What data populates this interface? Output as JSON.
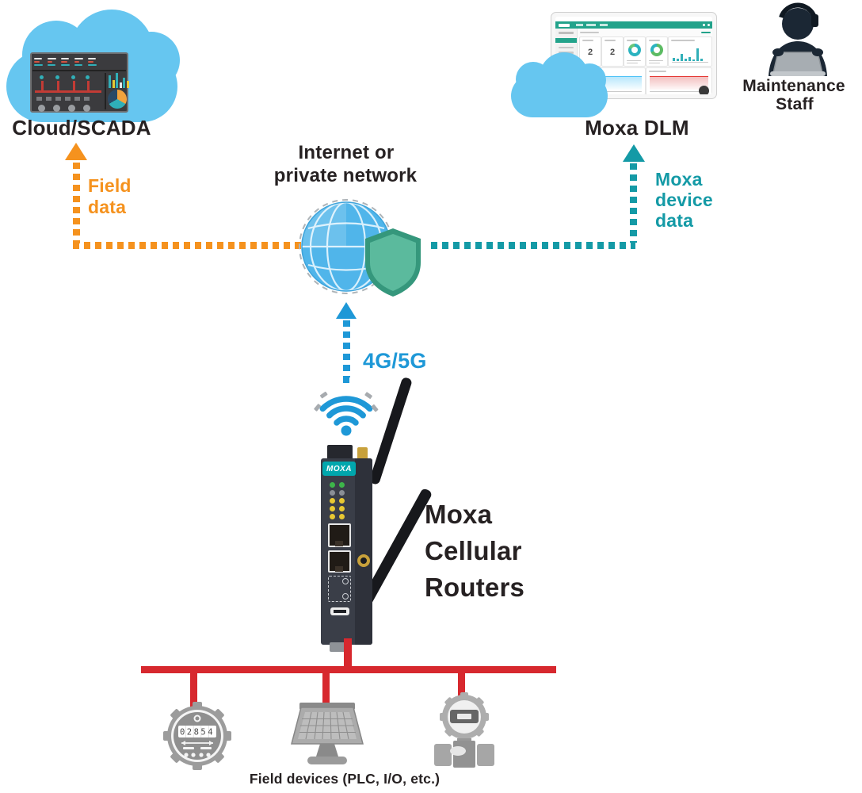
{
  "colors": {
    "cloud_blue": "#66C6F0",
    "accent_orange": "#F5921E",
    "accent_teal": "#149AA6",
    "accent_blue": "#1E98D7",
    "bus_red": "#D7282E",
    "text_dark": "#262122",
    "shield_green": "#5BBA9D",
    "moxa_logo_teal": "#00A7AD"
  },
  "clouds": {
    "left_label": "Cloud/SCADA",
    "right_label": "Moxa DLM"
  },
  "person": {
    "label_line1": "Maintenance",
    "label_line2": "Staff"
  },
  "network": {
    "title_line1": "Internet or",
    "title_line2": "private network",
    "link_label": "4G/5G"
  },
  "flows": {
    "field_data": {
      "line1": "Field",
      "line2": "data"
    },
    "device_data": {
      "line1": "Moxa",
      "line2": "device",
      "line3": "data"
    }
  },
  "router": {
    "brand": "MOXA",
    "name": {
      "line1": "Moxa",
      "line2": "Cellular",
      "line3": "Routers"
    }
  },
  "field": {
    "caption": "Field devices (PLC, I/O, etc.)",
    "meter_reading": "02854"
  },
  "dashboard": {
    "stat1": "2",
    "stat2": "2"
  }
}
